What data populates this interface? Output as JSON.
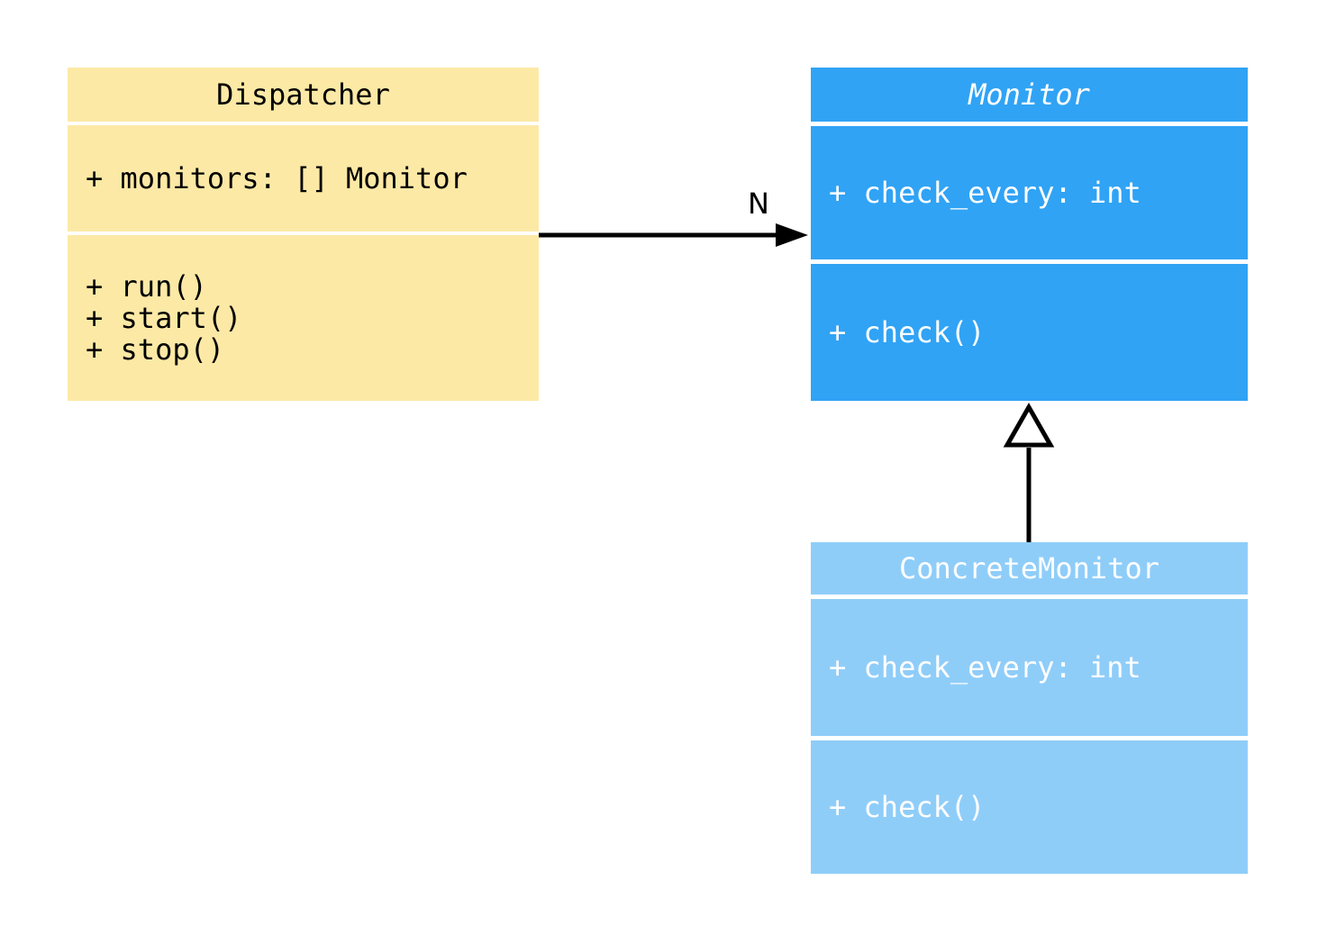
{
  "diagram": {
    "type": "uml-class-diagram",
    "background_color": "#FFFFFF",
    "classes": [
      {
        "name": "Dispatcher",
        "name_style": "normal",
        "fill_color": "#FCE9A6",
        "text_color": "#000000",
        "attributes": [
          "+ monitors: [] Monitor"
        ],
        "methods": [
          "+ run()",
          "+ start()",
          "+ stop()"
        ]
      },
      {
        "name": "Monitor",
        "name_style": "italic",
        "fill_color": "#30A3F5",
        "text_color": "#FFFFFF",
        "attributes": [
          "+ check_every: int"
        ],
        "methods": [
          "+ check()"
        ]
      },
      {
        "name": "ConcreteMonitor",
        "name_style": "normal",
        "fill_color": "#8FCDF9",
        "text_color": "#FFFFFF",
        "attributes": [
          "+ check_every: int"
        ],
        "methods": [
          "+ check()"
        ]
      }
    ],
    "relations": [
      {
        "type": "association",
        "from": "Dispatcher",
        "to": "Monitor",
        "label": "N",
        "arrow_color": "#000000"
      },
      {
        "type": "inheritance",
        "from": "ConcreteMonitor",
        "to": "Monitor",
        "arrow_color": "#000000"
      }
    ]
  }
}
